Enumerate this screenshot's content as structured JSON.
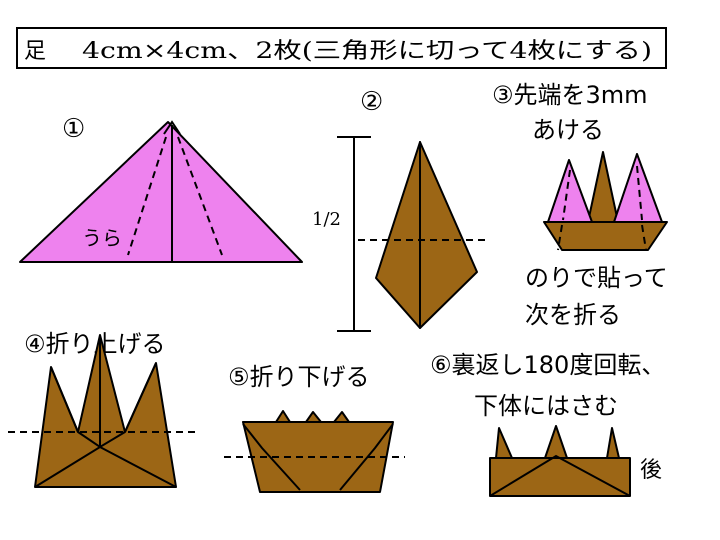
{
  "title": {
    "prefix": "足",
    "text": "4cm×4cm、2枚(三角形に切って4枚にする)"
  },
  "step1": {
    "num": "①",
    "label": "うら"
  },
  "step2": {
    "num": "②",
    "half": "1/2"
  },
  "step3": {
    "heading": "③先端を3mm",
    "heading2": "あける",
    "note1": "のりで貼って",
    "note2": "次を折る"
  },
  "step4": {
    "heading": "④折り上げる"
  },
  "step5": {
    "heading": "⑤折り下げる"
  },
  "step6": {
    "heading": "⑥裏返し180度回転、",
    "heading2": "下体にはさむ",
    "back": "後"
  },
  "colors": {
    "pink": "#ee82ee",
    "brown": "#9c6615"
  }
}
